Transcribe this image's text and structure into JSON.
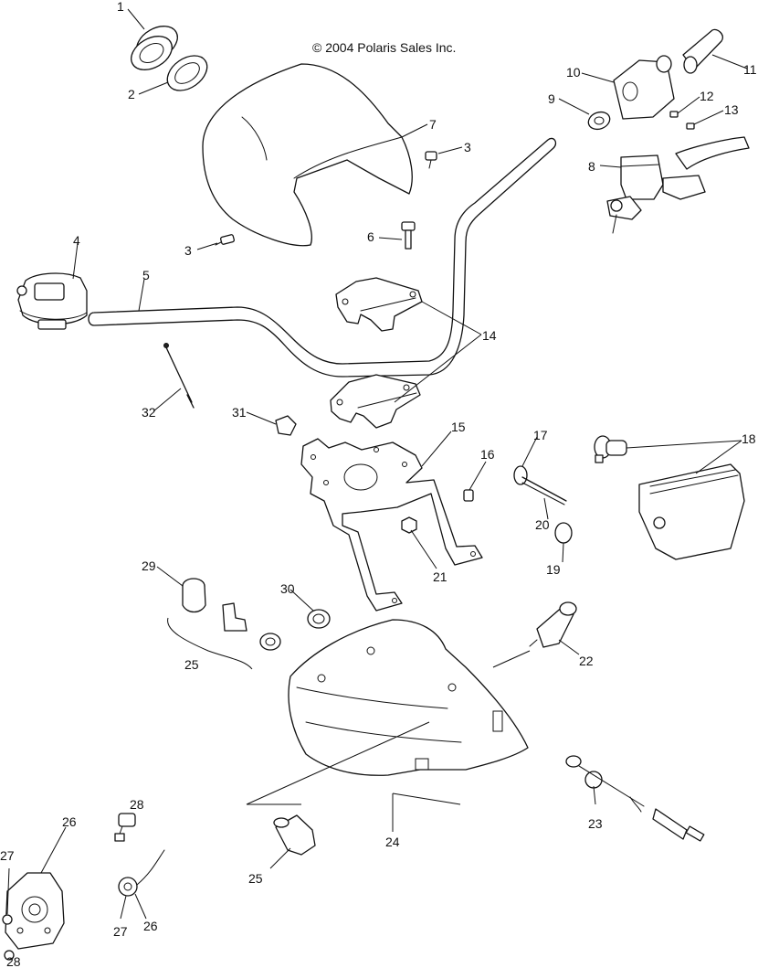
{
  "copyright": "© 2004 Polaris Sales Inc.",
  "callouts": {
    "c1": "1",
    "c2": "2",
    "c3a": "3",
    "c3b": "3",
    "c4": "4",
    "c5": "5",
    "c6": "6",
    "c7": "7",
    "c8": "8",
    "c9": "9",
    "c10": "10",
    "c11": "11",
    "c12": "12",
    "c13": "13",
    "c14": "14",
    "c15": "15",
    "c16": "16",
    "c17": "17",
    "c18": "18",
    "c19": "19",
    "c20": "20",
    "c21": "21",
    "c22": "22",
    "c23": "23",
    "c24": "24",
    "c25a": "25",
    "c25b": "25",
    "c26a": "26",
    "c26b": "26",
    "c27a": "27",
    "c27b": "27",
    "c28a": "28",
    "c28b": "28",
    "c29": "29",
    "c30": "30",
    "c31": "31",
    "c32": "32"
  }
}
